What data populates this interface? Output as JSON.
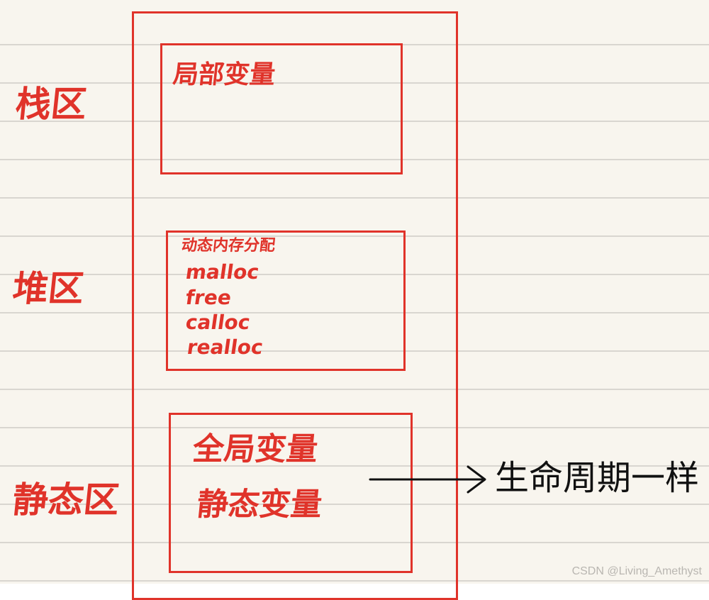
{
  "regions": {
    "stack_label": "栈区",
    "heap_label": "堆区",
    "static_label": "静态区"
  },
  "stack_box": {
    "title": "局部变量"
  },
  "heap_box": {
    "title": "动态内存分配",
    "functions": [
      "malloc",
      "free",
      "calloc",
      "realloc"
    ]
  },
  "static_box": {
    "lines": [
      "全局变量",
      "静态变量"
    ]
  },
  "annotation": "生命周期一样",
  "watermark": "CSDN @Living_Amethyst",
  "colors": {
    "ink_red": "#e0332a",
    "ink_black": "#111111",
    "paper": "#f8f5ee",
    "rule_line": "#d9d6d0"
  }
}
